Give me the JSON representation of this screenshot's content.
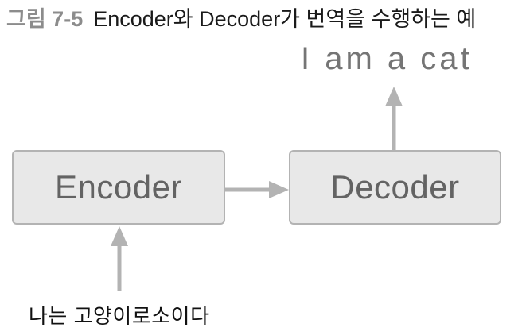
{
  "figure": {
    "label": "그림 7-5",
    "title": "Encoder와 Decoder가 번역을 수행하는 예"
  },
  "diagram": {
    "encoder_label": "Encoder",
    "decoder_label": "Decoder",
    "output_text": "I am a cat",
    "input_text": "나는 고양이로소이다",
    "flow": [
      "input_text",
      "encoder",
      "decoder",
      "output_text"
    ]
  },
  "colors": {
    "figure_label": "#8c8c8c",
    "title_text": "#1a1a1a",
    "box_fill": "#e8e8e8",
    "box_border": "#b3b3b3",
    "box_text": "#636363",
    "arrow": "#b3b3b3",
    "output_text": "#757575",
    "input_text": "#111111",
    "background": "#ffffff"
  }
}
